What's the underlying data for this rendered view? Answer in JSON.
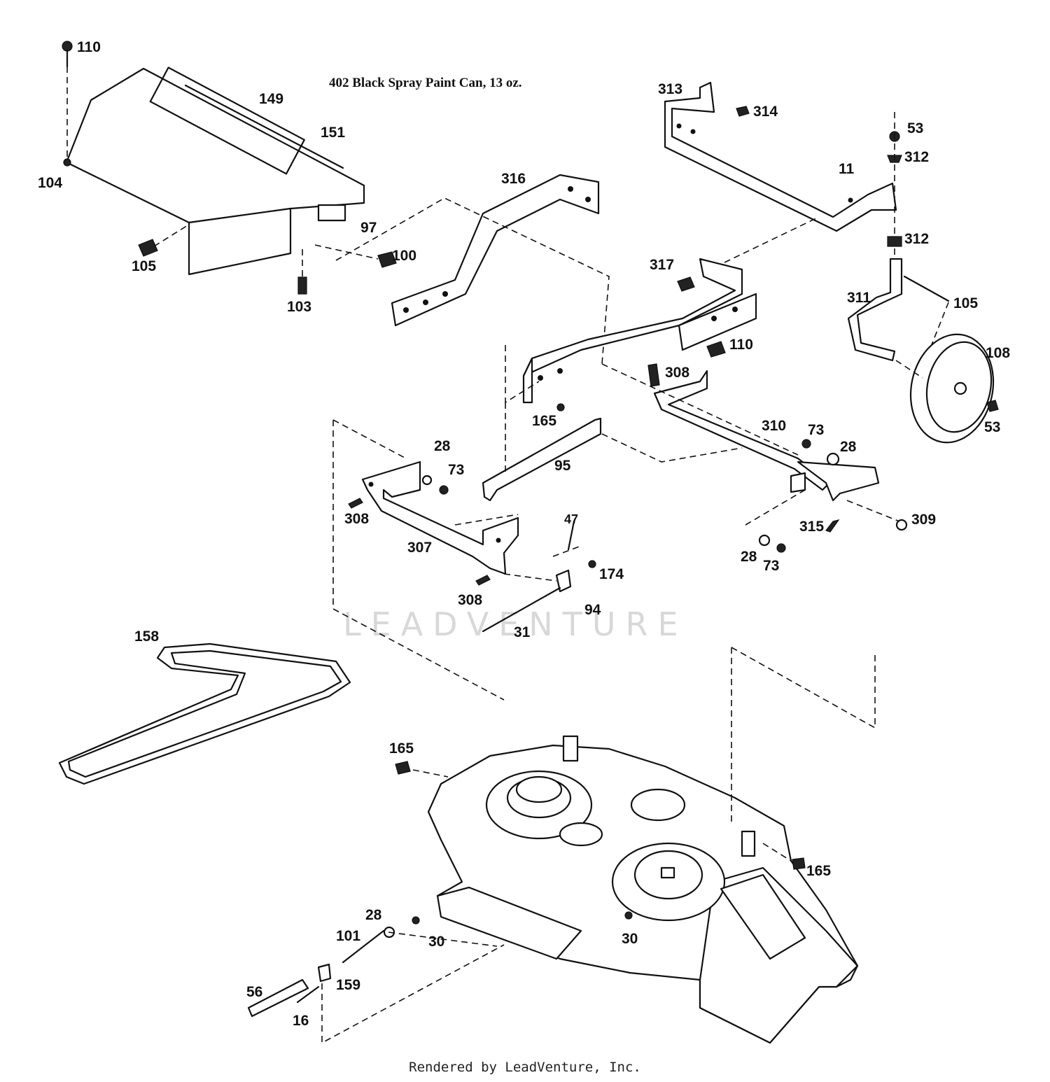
{
  "diagram": {
    "note": "402  Black Spray Paint Can, 13 oz.",
    "watermark": "LEADVENTURE",
    "footer": "Rendered by LeadVenture, Inc."
  },
  "callouts": [
    "110",
    "149",
    "151",
    "104",
    "97",
    "105",
    "100",
    "103",
    "316",
    "313",
    "314",
    "53",
    "312",
    "11",
    "312",
    "317",
    "311",
    "105",
    "110",
    "108",
    "308",
    "165",
    "95",
    "310",
    "73",
    "28",
    "53",
    "28",
    "73",
    "308",
    "307",
    "47",
    "174",
    "308",
    "94",
    "31",
    "315",
    "309",
    "28",
    "73",
    "158",
    "165",
    "165",
    "101",
    "28",
    "30",
    "30",
    "56",
    "159",
    "16"
  ]
}
